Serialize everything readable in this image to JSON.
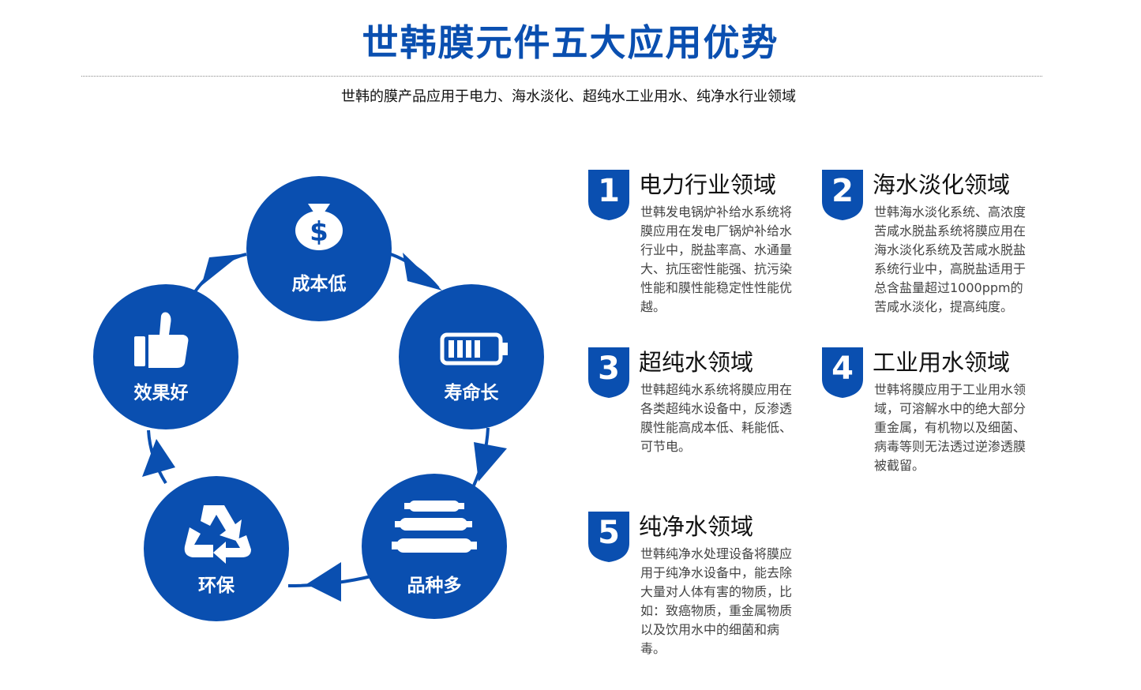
{
  "header": {
    "title": "世韩膜元件五大应用优势",
    "subtitle": "世韩的膜产品应用于电力、海水淡化、超纯水工业用水、纯净水行业领域"
  },
  "colors": {
    "brand": "#0a4fb0",
    "text": "#333333"
  },
  "cycle": {
    "nodes": [
      {
        "label": "成本低",
        "icon": "dollar-bag-icon"
      },
      {
        "label": "寿命长",
        "icon": "battery-icon"
      },
      {
        "label": "品种多",
        "icon": "membrane-tubes-icon"
      },
      {
        "label": "环保",
        "icon": "recycle-icon"
      },
      {
        "label": "效果好",
        "icon": "thumbs-up-icon"
      }
    ]
  },
  "sections": [
    {
      "num": "1",
      "title": "电力行业领域",
      "body": "世韩发电锅炉补给水系统将膜应用在发电厂锅炉补给水行业中，脱盐率高、水通量大、抗压密性能强、抗污染性能和膜性能稳定性性能优越。"
    },
    {
      "num": "2",
      "title": "海水淡化领域",
      "body": "世韩海水淡化系统、高浓度苦咸水脱盐系统将膜应用在海水淡化系统及苦咸水脱盐系统行业中，高脱盐适用于总含盐量超过1000ppm的苦咸水淡化，提高纯度。"
    },
    {
      "num": "3",
      "title": "超纯水领域",
      "body": "世韩超纯水系统将膜应用在各类超纯水设备中，反渗透膜性能高成本低、耗能低、可节电。"
    },
    {
      "num": "4",
      "title": "工业用水领域",
      "body": "世韩将膜应用于工业用水领域，可溶解水中的绝大部分重金属，有机物以及细菌、病毒等则无法透过逆渗透膜被截留。"
    },
    {
      "num": "5",
      "title": "纯净水领域",
      "body": "世韩纯净水处理设备将膜应用于纯净水设备中，能去除大量对人体有害的物质，比如：致癌物质，重金属物质以及饮用水中的细菌和病毒。"
    }
  ]
}
